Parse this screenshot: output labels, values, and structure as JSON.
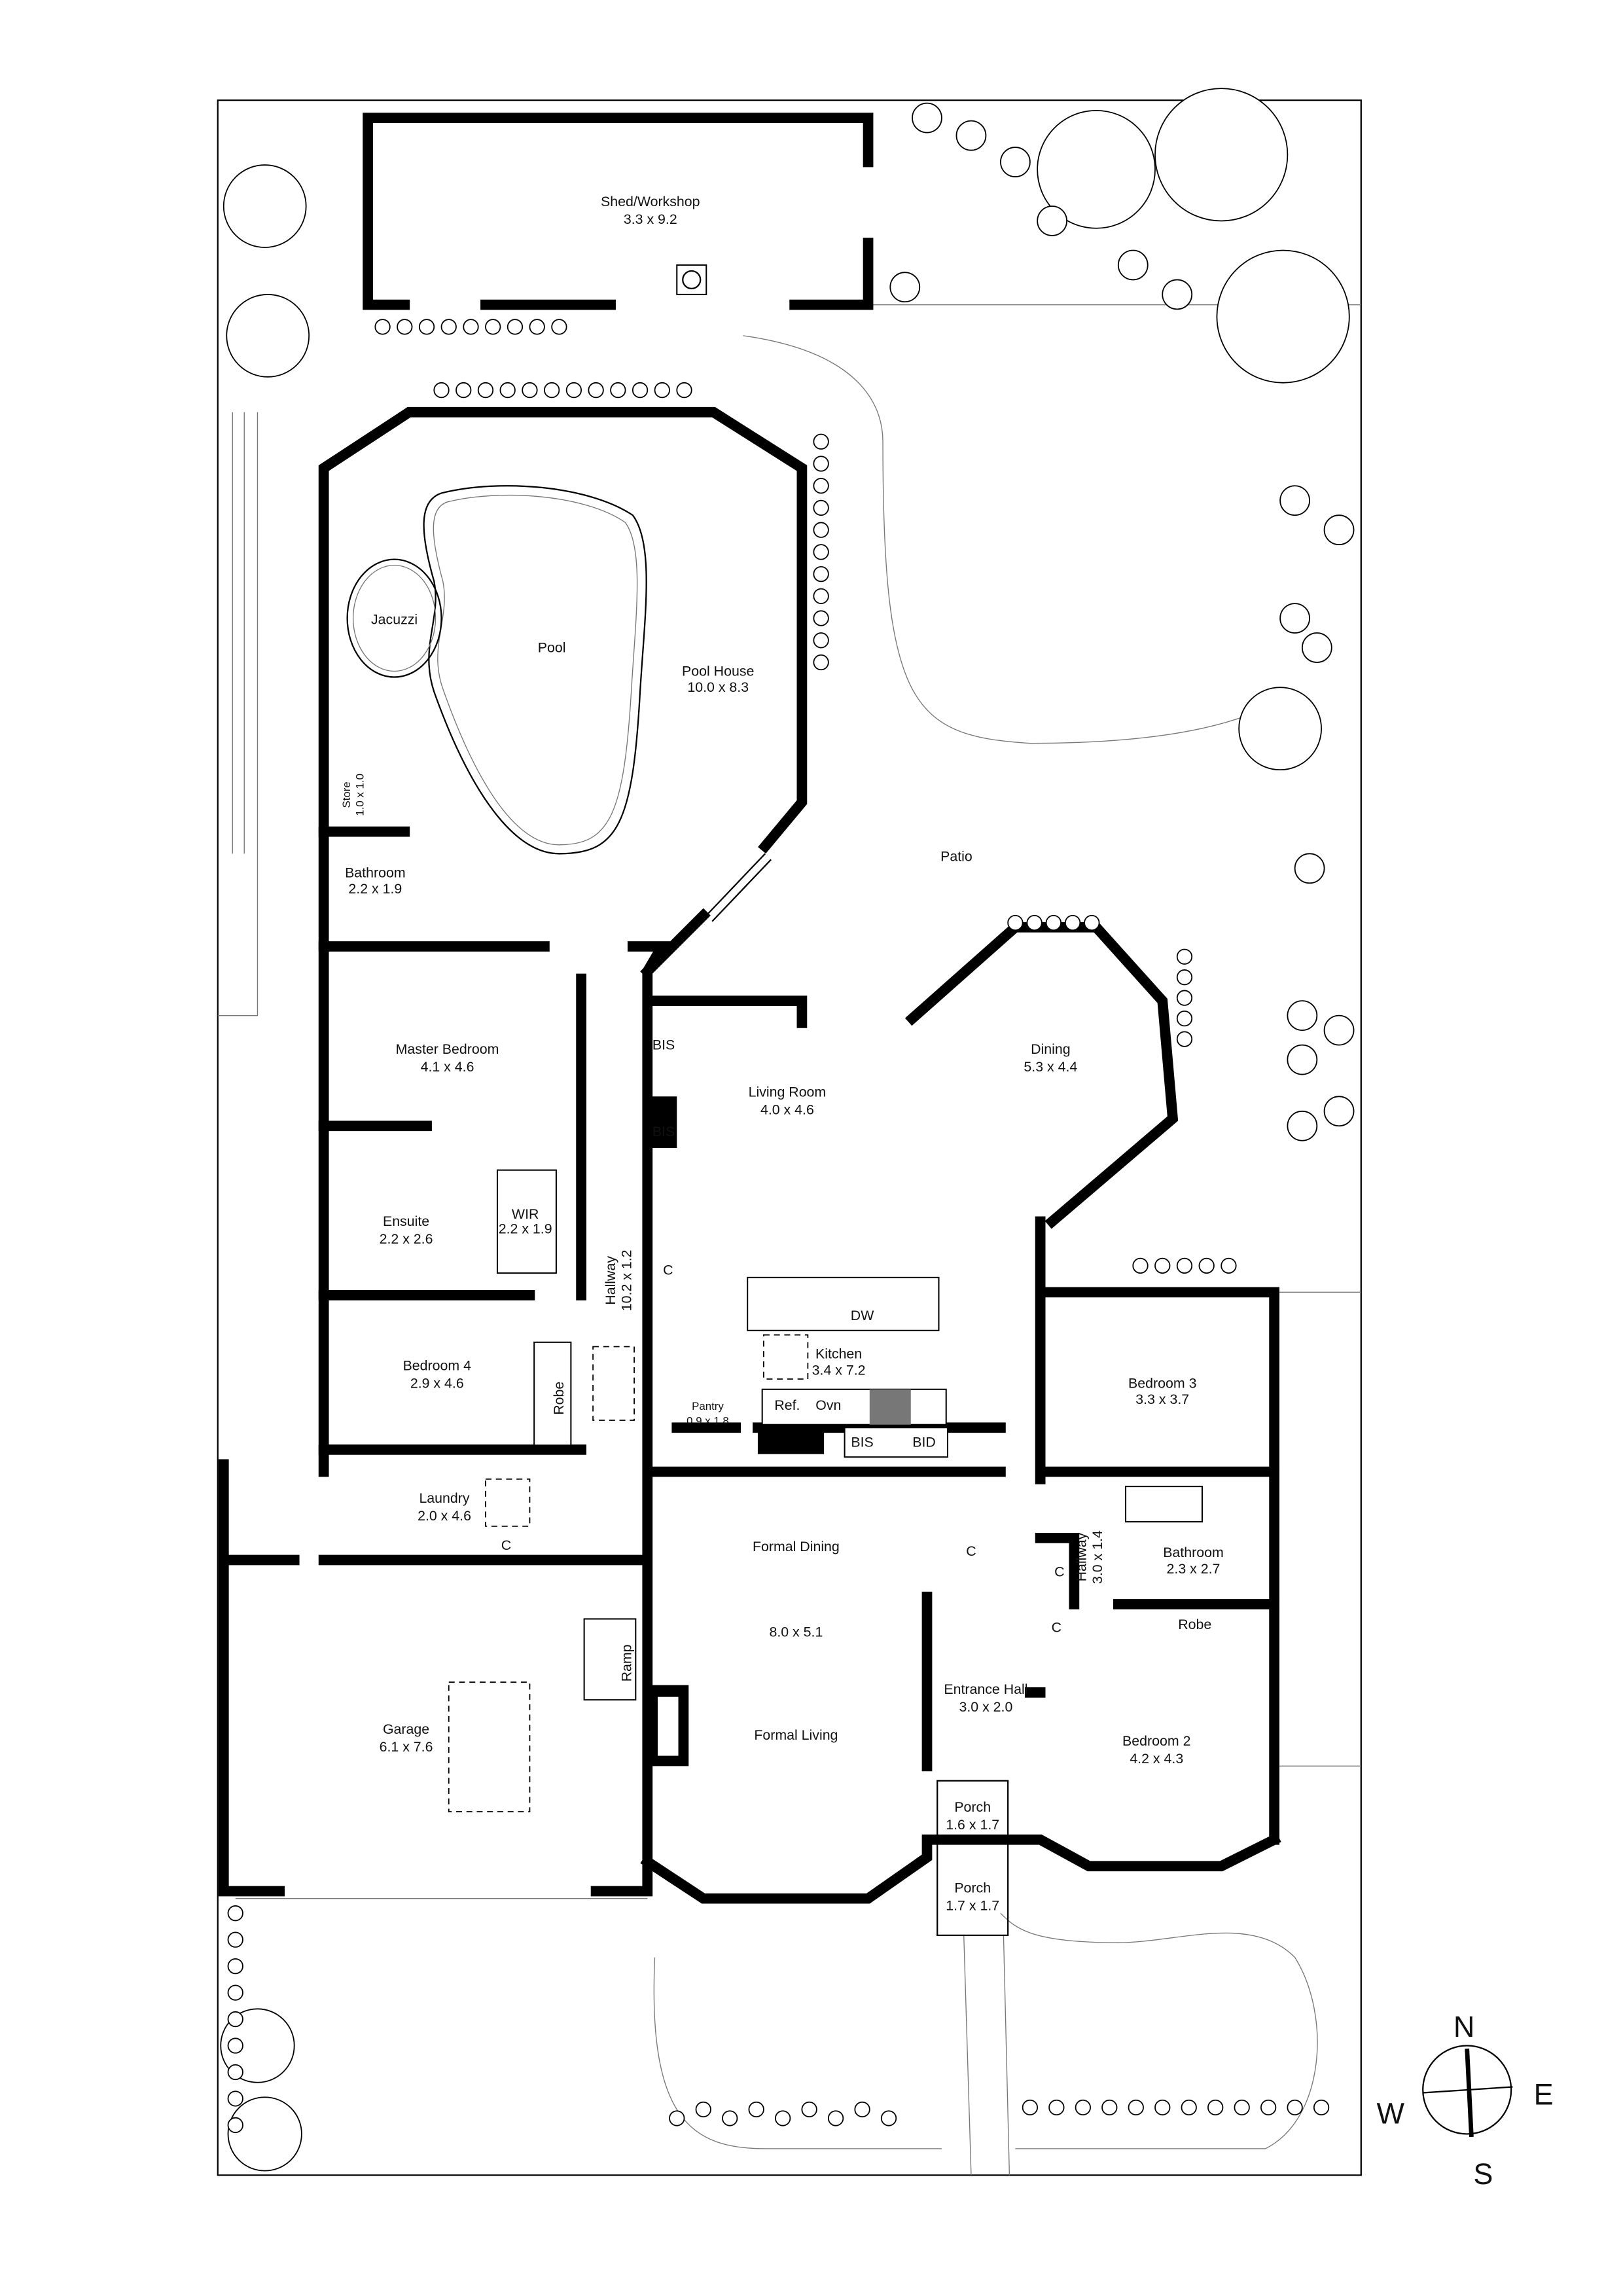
{
  "rooms": {
    "shed": {
      "name": "Shed/Workshop",
      "dims": "3.3 x 9.2"
    },
    "pool": {
      "name": "Pool"
    },
    "jacuzzi": {
      "name": "Jacuzzi"
    },
    "pool_house": {
      "name": "Pool House",
      "dims": "10.0 x 8.3"
    },
    "store": {
      "name": "Store",
      "dims": "1.0 x 1.0"
    },
    "bathroom1": {
      "name": "Bathroom",
      "dims": "2.2 x 1.9"
    },
    "patio": {
      "name": "Patio"
    },
    "master": {
      "name": "Master Bedroom",
      "dims": "4.1 x 4.6"
    },
    "living": {
      "name": "Living Room",
      "dims": "4.0 x 4.6"
    },
    "dining": {
      "name": "Dining",
      "dims": "5.3 x 4.4"
    },
    "ensuite": {
      "name": "Ensuite",
      "dims": "2.2 x 2.6"
    },
    "wir": {
      "name": "WIR",
      "dims": "2.2 x 1.9"
    },
    "hallway1": {
      "name": "Hallway",
      "dims": "10.2 x 1.2"
    },
    "kitchen": {
      "name": "Kitchen",
      "dims": "3.4 x 7.2"
    },
    "bedroom3": {
      "name": "Bedroom 3",
      "dims": "3.3 x 3.7"
    },
    "bedroom4": {
      "name": "Bedroom 4",
      "dims": "2.9 x 4.6"
    },
    "pantry": {
      "name": "Pantry",
      "dims": "0.9 x 1.8"
    },
    "laundry": {
      "name": "Laundry",
      "dims": "2.0 x 4.6"
    },
    "formal_dining": {
      "name": "Formal Dining"
    },
    "formal_dims": {
      "dims": "8.0 x 5.1"
    },
    "formal_living": {
      "name": "Formal Living"
    },
    "hallway2": {
      "name": "Hallway",
      "dims": "3.0 x 1.4"
    },
    "bathroom2": {
      "name": "Bathroom",
      "dims": "2.3 x 2.7"
    },
    "entrance": {
      "name": "Entrance Hall",
      "dims": "3.0 x 2.0"
    },
    "garage": {
      "name": "Garage",
      "dims": "6.1 x 7.6"
    },
    "bedroom2": {
      "name": "Bedroom 2",
      "dims": "4.2 x 4.3"
    },
    "porch1": {
      "name": "Porch",
      "dims": "1.6 x 1.7"
    },
    "porch2": {
      "name": "Porch",
      "dims": "1.7 x 1.7"
    }
  },
  "fixtures": {
    "bis": "BIS",
    "bid": "BID",
    "cupboard": "C",
    "dishwasher": "DW",
    "refrigerator": "Ref.",
    "oven": "Ovn",
    "robe": "Robe",
    "ramp": "Ramp"
  },
  "compass": {
    "north": "N",
    "east": "E",
    "south": "S",
    "west": "W"
  }
}
